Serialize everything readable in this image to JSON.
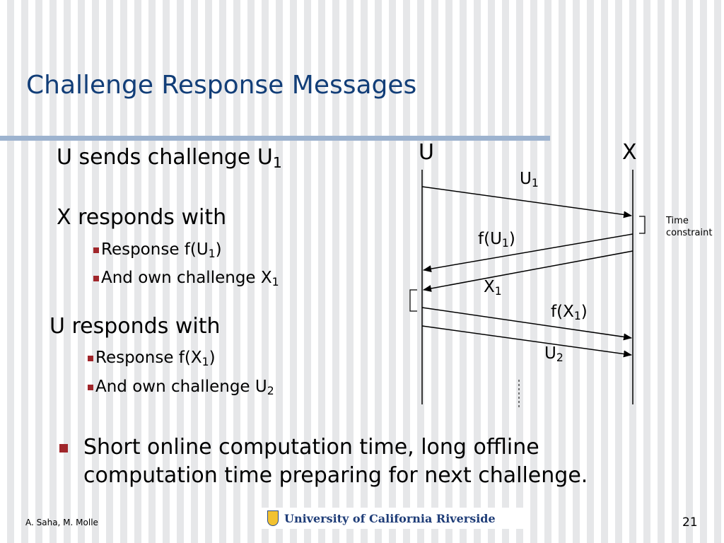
{
  "slide": {
    "title": "Challenge Response Messages",
    "left_text": {
      "line1": "U sends challenge U",
      "line1_sub": "1",
      "line2": "X responds with",
      "x_bullet1": "Response f(U",
      "x_bullet1_sub": "1",
      "x_bullet1_tail": ")",
      "x_bullet2": "And own challenge X",
      "x_bullet2_sub": "1",
      "line3": "U responds with",
      "u_bullet1": "Response f(X",
      "u_bullet1_sub": "1",
      "u_bullet1_tail": ")",
      "u_bullet2": "And own challenge U",
      "u_bullet2_sub": "2"
    },
    "diagram": {
      "node_u": "U",
      "node_x": "X",
      "msg_u1": "U",
      "msg_u1_sub": "1",
      "msg_fu1_pre": "f(U",
      "msg_fu1_sub": "1",
      "msg_fu1_post": ")",
      "msg_x1": "X",
      "msg_x1_sub": "1",
      "msg_fx1_pre": "f(X",
      "msg_fx1_sub": "1",
      "msg_fx1_post": ")",
      "msg_u2": "U",
      "msg_u2_sub": "2",
      "time_constraint": "Time constraint"
    },
    "bottom_bullet": {
      "line1": "Short online computation time, long offline",
      "line2": "computation time preparing for next challenge."
    },
    "footer": {
      "authors": "A. Saha, M. Molle",
      "logo_text": "University of California Riverside",
      "page_number": "21"
    },
    "colors": {
      "title": "#123e78",
      "rule": "#9db3cf",
      "bullet": "#a0262b"
    }
  }
}
